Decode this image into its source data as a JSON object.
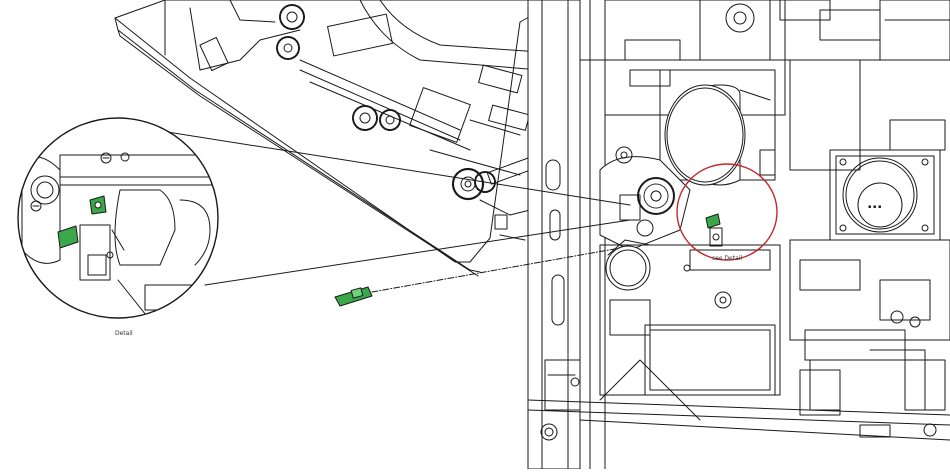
{
  "labels": {
    "detail": "Detail",
    "callout": "see Detail"
  },
  "colors": {
    "line": "#1a1a1a",
    "callout_circle": "#c0282d",
    "sensor_board": "#3aa84a"
  },
  "icons": [
    "magnifier-detail-circle",
    "sensor-board",
    "fan",
    "motor",
    "gear"
  ]
}
